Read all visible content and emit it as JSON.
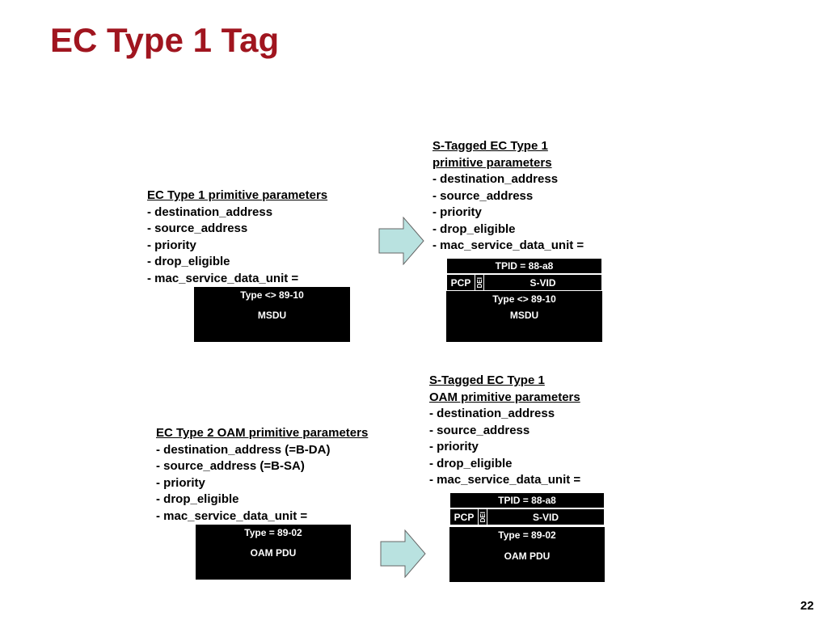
{
  "slide": {
    "title": "EC Type 1 Tag",
    "page_number": "22"
  },
  "colors": {
    "title": "#a0151f",
    "arrow_fill": "#b9e2e0",
    "frame": "#000000"
  },
  "box_a": {
    "header": "EC Type 1 primitive parameters",
    "items": [
      "- destination_address",
      "- source_address",
      "- priority",
      "- drop_eligible",
      "- mac_service_data_unit ="
    ],
    "frame": {
      "line1": "Type <> 89-10",
      "line2": "MSDU"
    }
  },
  "box_b": {
    "header1": "S-Tagged EC Type 1",
    "header2": "primitive parameters",
    "items": [
      "- destination_address",
      "- source_address",
      "- priority",
      "- drop_eligible",
      "- mac_service_data_unit ="
    ],
    "frame": {
      "tpid": "TPID = 88-a8",
      "pcp": "PCP",
      "dei": "DEI",
      "svid": "S-VID",
      "line1": "Type <> 89-10",
      "line2": "MSDU"
    }
  },
  "box_c": {
    "header": "EC Type 2 OAM primitive parameters",
    "items": [
      "- destination_address (=B-DA)",
      "- source_address (=B-SA)",
      "- priority",
      "- drop_eligible",
      "- mac_service_data_unit ="
    ],
    "frame": {
      "line1": "Type = 89-02",
      "line2": "OAM PDU"
    }
  },
  "box_d": {
    "header1": "S-Tagged EC Type 1",
    "header2": "OAM primitive parameters",
    "items": [
      "- destination_address",
      "- source_address",
      "- priority",
      "- drop_eligible",
      "- mac_service_data_unit ="
    ],
    "frame": {
      "tpid": "TPID = 88-a8",
      "pcp": "PCP",
      "dei": "DEI",
      "svid": "S-VID",
      "line1": "Type = 89-02",
      "line2": "OAM PDU"
    }
  },
  "arrows": [
    {
      "icon": "right-arrow-icon"
    },
    {
      "icon": "right-arrow-icon"
    }
  ]
}
